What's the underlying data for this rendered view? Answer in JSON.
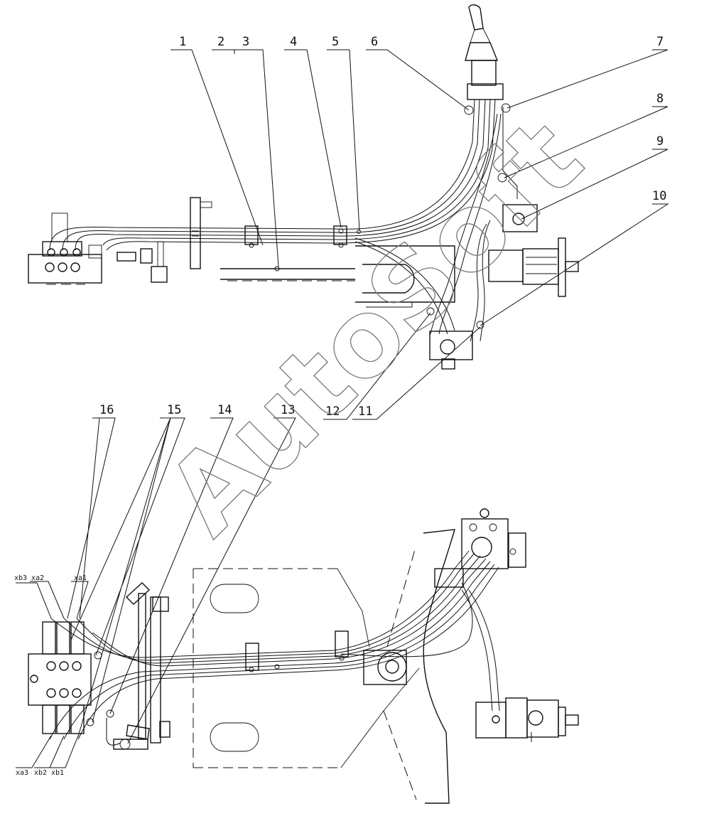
{
  "watermark": "AutoSoft",
  "callouts": [
    "1",
    "2",
    "3",
    "4",
    "5",
    "6",
    "7",
    "8",
    "9",
    "10",
    "11",
    "12",
    "13",
    "14",
    "15",
    "16"
  ],
  "ports": [
    "xb3",
    "xa2",
    "xa1",
    "xa3",
    "xb2",
    "xb1"
  ]
}
